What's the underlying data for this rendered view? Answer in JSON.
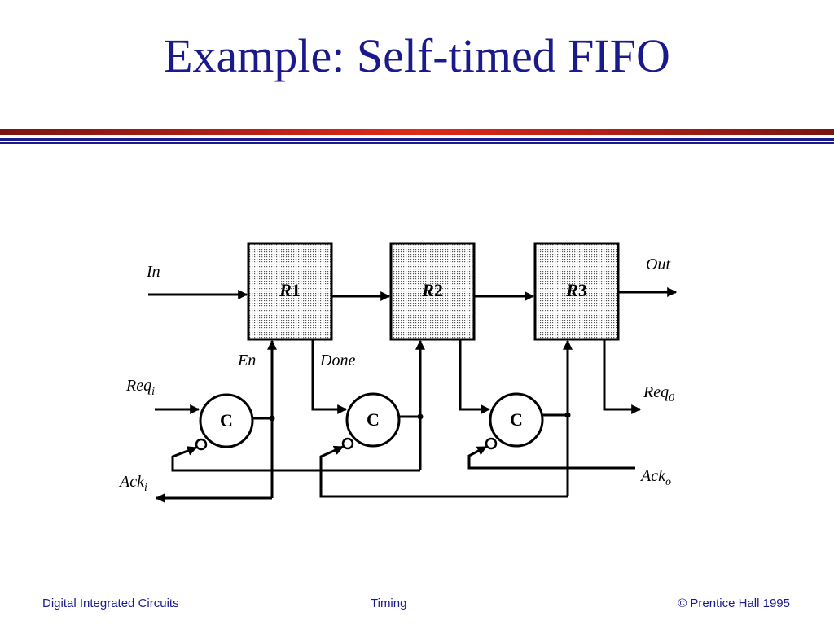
{
  "title": "Example: Self-timed FIFO",
  "diagram": {
    "registers": [
      {
        "letter": "R",
        "number": "1"
      },
      {
        "letter": "R",
        "number": "2"
      },
      {
        "letter": "R",
        "number": "3"
      }
    ],
    "c_elements": [
      "C",
      "C",
      "C"
    ],
    "labels": {
      "in": "In",
      "out": "Out",
      "en": "En",
      "done": "Done",
      "req_i": "Req",
      "req_i_sub": "i",
      "ack_i": "Ack",
      "ack_i_sub": "i",
      "req_o": "Req",
      "req_o_sub": "0",
      "ack_o": "Ack",
      "ack_o_sub": "o"
    }
  },
  "footer": {
    "left": "Digital Integrated Circuits",
    "center": "Timing",
    "right": "© Prentice Hall 1995"
  },
  "colors": {
    "title": "#1a1a8c",
    "rule_red": "#c0261c",
    "rule_blue": "#1a1a8c"
  }
}
